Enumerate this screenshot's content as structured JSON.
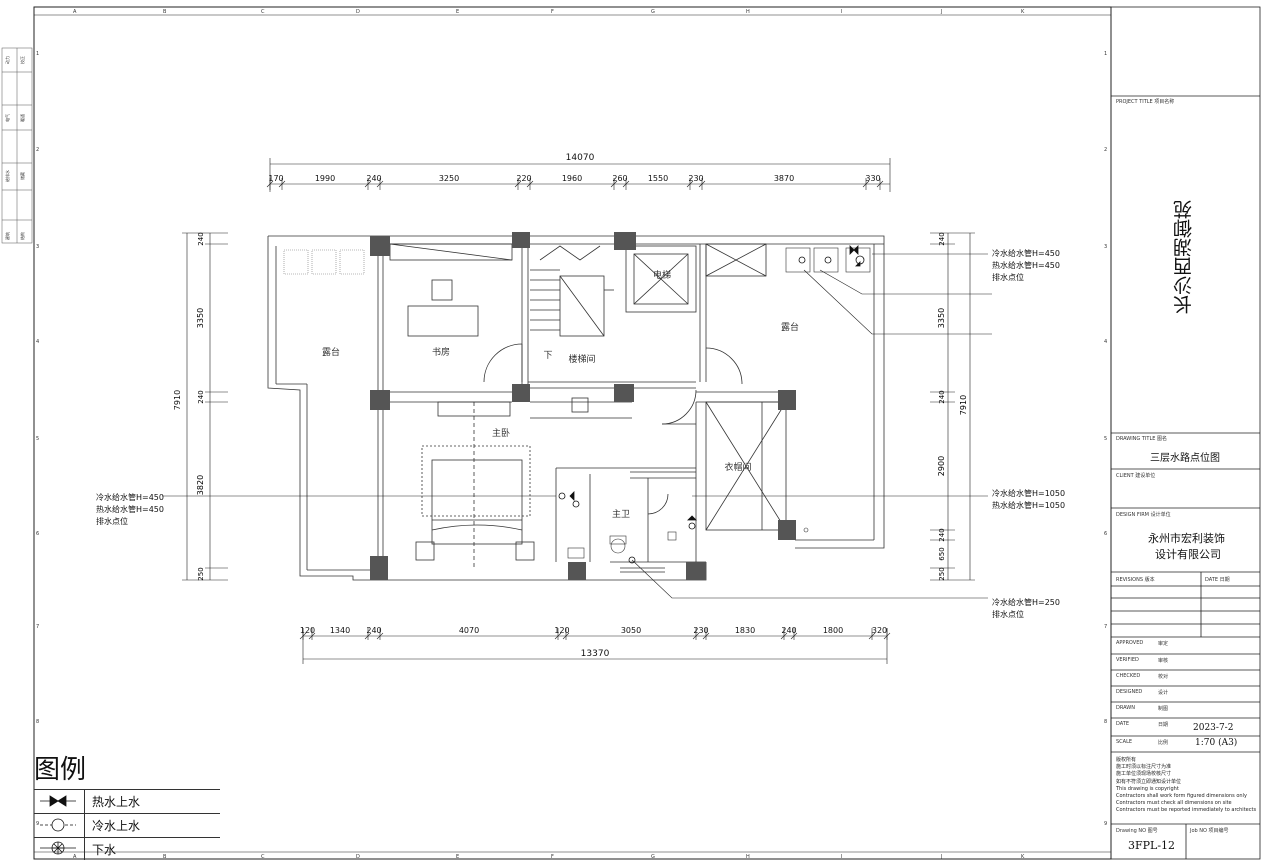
{
  "grid": {
    "columns": [
      "A",
      "B",
      "C",
      "D",
      "E",
      "F",
      "G",
      "H",
      "I",
      "J",
      "K"
    ],
    "rows": [
      "1",
      "2",
      "3",
      "4",
      "5",
      "6",
      "7",
      "8",
      "9"
    ]
  },
  "left_strip": {
    "labels": [
      "动力",
      "校正",
      "电气",
      "暖通",
      "给排水",
      "储藏",
      "建筑",
      "结构"
    ]
  },
  "dimensions": {
    "top_total": "14070",
    "top_segments": [
      "170",
      "1990",
      "240",
      "3250",
      "220",
      "1960",
      "260",
      "1550",
      "230",
      "3870",
      "330"
    ],
    "bottom_total": "13370",
    "bottom_segments": [
      "120",
      "1340",
      "240",
      "4070",
      "120",
      "3050",
      "230",
      "1830",
      "240",
      "1800",
      "320"
    ],
    "left_total": "7910",
    "left_segments": [
      "240",
      "3350",
      "240",
      "3820",
      "250"
    ],
    "right_total": "7910",
    "right_segments": [
      "240",
      "3350",
      "240",
      "2900",
      "240",
      "650",
      "250"
    ]
  },
  "rooms": {
    "terrace_left": "露台",
    "study": "书房",
    "down": "下",
    "stair": "楼梯间",
    "elevator": "电梯",
    "terrace_right": "露台",
    "master_bedroom": "主卧",
    "closet": "衣帽间",
    "master_bath": "主卫"
  },
  "annotations": {
    "a1": [
      "冷水给水管H=450",
      "热水给水管H=450",
      "排水点位"
    ],
    "a2": [
      "冷水给水管H=450",
      "热水给水管H=450",
      "排水点位"
    ],
    "a3": [
      "冷水给水管H=1050",
      "热水给水管H=1050"
    ],
    "a4": [
      "冷水给水管H=250",
      "排水点位"
    ]
  },
  "legend": {
    "title": "图例",
    "items": [
      {
        "symbol": "hot-water-icon",
        "label": "热水上水"
      },
      {
        "symbol": "cold-water-icon",
        "label": "冷水上水"
      },
      {
        "symbol": "drain-icon",
        "label": "下水"
      }
    ]
  },
  "title_block": {
    "project_title_label": "PROJECT TITLE  项目名称",
    "project_name": "长沙西湖御苑",
    "drawing_title_label": "DRAWING TITLE  图名",
    "drawing_title": "三层水路点位图",
    "client_label": "CLIENT  建设单位",
    "design_firm_label": "DESIGN FIRM  设计单位",
    "design_firm_line1": "永州市宏利装饰",
    "design_firm_line2": "设计有限公司",
    "revisions_label": "REVISIONS  版本",
    "date_col_label": "DATE  日期",
    "approved_label": "APPROVED",
    "approved_cn": "审定",
    "verified_label": "VERIFIED",
    "verified_cn": "审核",
    "checked_label": "CHECKED",
    "checked_cn": "校对",
    "designed_label": "DESIGNED",
    "designed_cn": "设计",
    "drawn_label": "DRAWN",
    "drawn_cn": "制图",
    "date_label": "DATE",
    "date_cn": "日期",
    "date_value": "2023-7-2",
    "scale_label": "SCALE",
    "scale_cn": "比例",
    "scale_value": "1:70 (A3)",
    "notes": [
      "版权所有",
      "施工时须以标注尺寸为准",
      "施工单位须现场校核尺寸",
      "如有不符须立即通知设计单位",
      "This drawing is copyright",
      "Contractors shall work form figured dimensions only",
      "Contractors must check all dimensions on site",
      "Contractors must be reported immediately to architects"
    ],
    "drawing_no_label": "Drawing NO  图号",
    "job_no_label": "Job NO  项目编号",
    "drawing_no": "3FPL-12"
  }
}
